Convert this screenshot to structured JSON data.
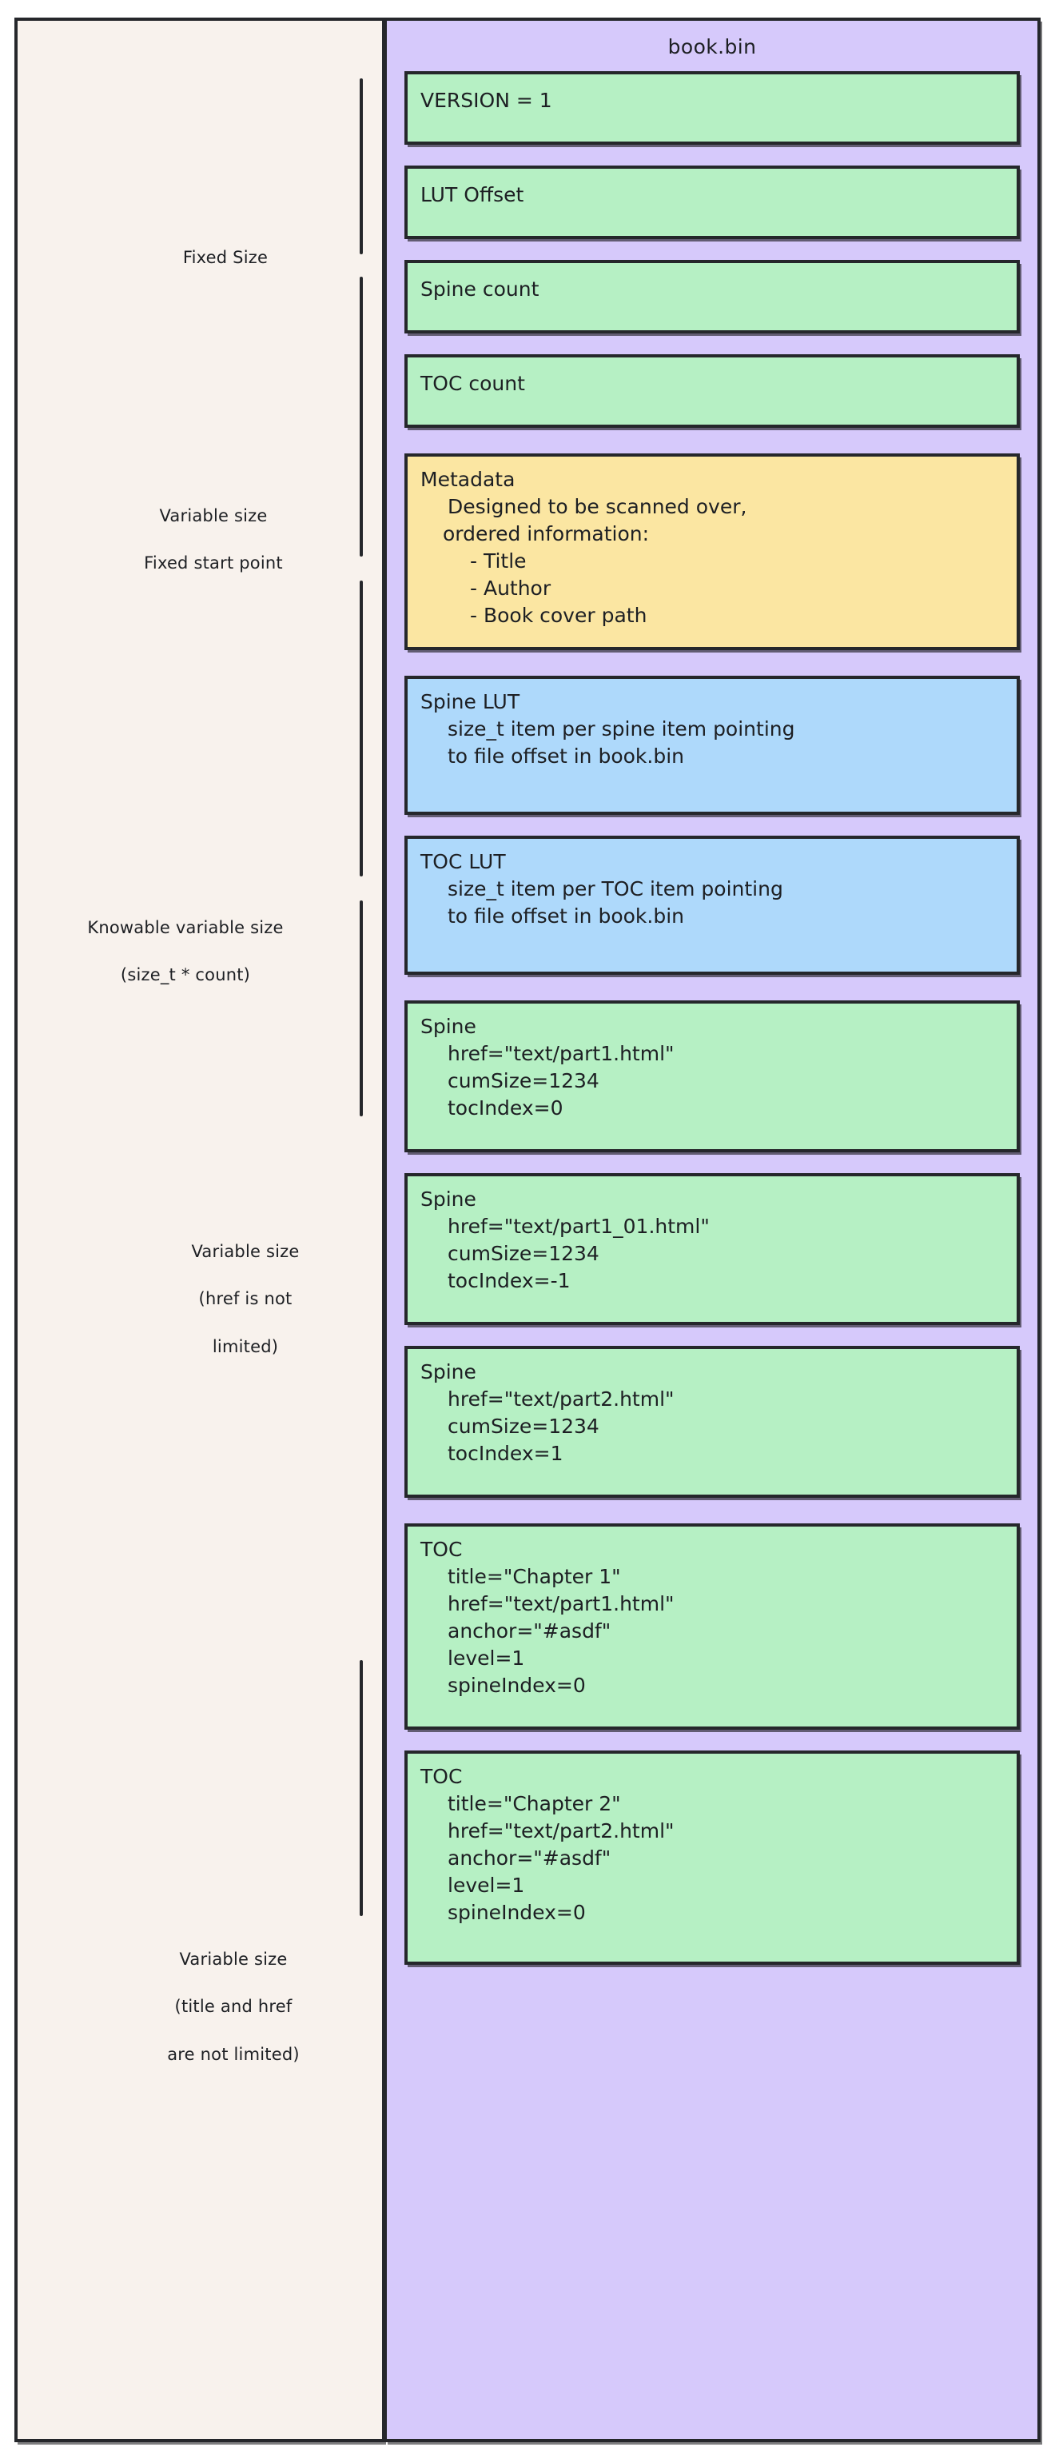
{
  "annotations": [
    {
      "id": "fixed-size",
      "lines": [
        "Fixed Size"
      ]
    },
    {
      "id": "variable-fixed-start",
      "lines": [
        "Variable size",
        "Fixed start point"
      ]
    },
    {
      "id": "knowable-variable",
      "lines": [
        "Knowable variable size",
        "(size_t * count)"
      ]
    },
    {
      "id": "variable-href",
      "lines": [
        "Variable size",
        "(href is not",
        "limited)"
      ]
    },
    {
      "id": "variable-title-href",
      "lines": [
        "Variable size",
        "(title and href",
        "are not limited)"
      ]
    }
  ],
  "file": {
    "title": "book.bin",
    "records": [
      {
        "id": "version",
        "color": "green",
        "lines": [
          "VERSION = 1"
        ]
      },
      {
        "id": "lut-offset",
        "color": "green",
        "lines": [
          "LUT Offset"
        ]
      },
      {
        "id": "spine-count",
        "color": "green",
        "lines": [
          "Spine count"
        ]
      },
      {
        "id": "toc-count",
        "color": "green",
        "lines": [
          "TOC count"
        ]
      },
      {
        "id": "metadata",
        "color": "yellow",
        "lines": [
          "Metadata",
          "Designed to be scanned over,",
          "ordered information:",
          "- Title",
          "- Author",
          "- Book cover path"
        ]
      },
      {
        "id": "spine-lut",
        "color": "blue",
        "lines": [
          "Spine LUT",
          "size_t item per spine item pointing",
          "to file offset in book.bin"
        ]
      },
      {
        "id": "toc-lut",
        "color": "blue",
        "lines": [
          "TOC LUT",
          "size_t item per TOC item pointing",
          "to file offset in book.bin"
        ]
      },
      {
        "id": "spine-1",
        "color": "green",
        "lines": [
          "Spine",
          "href=\"text/part1.html\"",
          "cumSize=1234",
          "tocIndex=0"
        ]
      },
      {
        "id": "spine-2",
        "color": "green",
        "lines": [
          "Spine",
          "href=\"text/part1_01.html\"",
          "cumSize=1234",
          "tocIndex=-1"
        ]
      },
      {
        "id": "spine-3",
        "color": "green",
        "lines": [
          "Spine",
          "href=\"text/part2.html\"",
          "cumSize=1234",
          "tocIndex=1"
        ]
      },
      {
        "id": "toc-1",
        "color": "green",
        "lines": [
          "TOC",
          "title=\"Chapter 1\"",
          "href=\"text/part1.html\"",
          "anchor=\"#asdf\"",
          "level=1",
          "spineIndex=0"
        ]
      },
      {
        "id": "toc-2",
        "color": "green",
        "lines": [
          "TOC",
          "title=\"Chapter 2\"",
          "href=\"text/part2.html\"",
          "anchor=\"#asdf\"",
          "level=1",
          "spineIndex=0"
        ]
      }
    ]
  },
  "colors": {
    "page_background": "#ffffff",
    "annotation_panel": "#f8f2ed",
    "file_panel": "#d6c9fb",
    "record_green": "#b6f0c4",
    "record_yellow": "#fbe6a2",
    "record_blue": "#aed9fb",
    "stroke": "#25272b",
    "text": "#1d1f23"
  }
}
